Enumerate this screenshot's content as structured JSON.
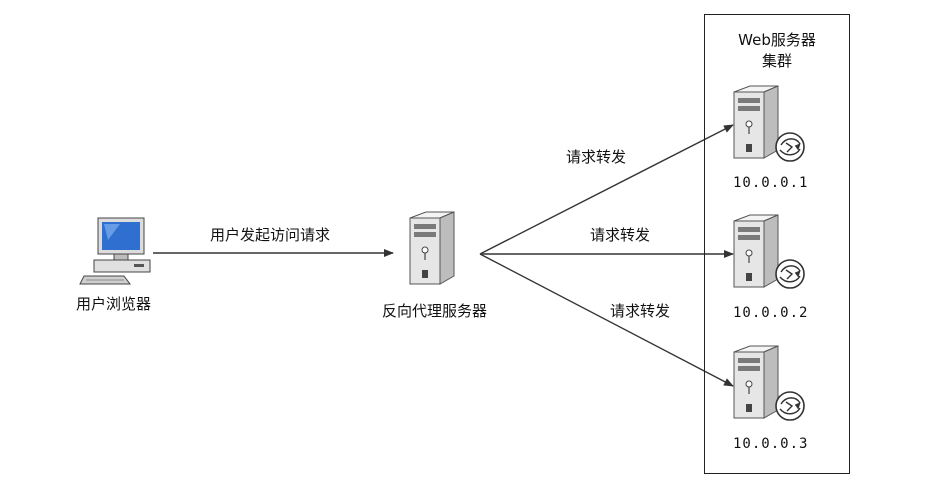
{
  "nodes": {
    "browser": {
      "label": "用户浏览器"
    },
    "proxy": {
      "label": "反向代理服务器"
    },
    "cluster": {
      "title_line1": "Web服务器",
      "title_line2": "集群"
    },
    "servers": [
      {
        "ip": "10.0.0.1"
      },
      {
        "ip": "10.0.0.2"
      },
      {
        "ip": "10.0.0.3"
      }
    ]
  },
  "edges": {
    "browser_to_proxy": "用户发起访问请求",
    "forward_1": "请求转发",
    "forward_2": "请求转发",
    "forward_3": "请求转发"
  },
  "colors": {
    "line": "#333333",
    "server_body": "#e8e8e8",
    "server_dark": "#9a9a9a",
    "monitor_screen": "#2f6fd0"
  },
  "icons": [
    "computer-icon",
    "server-icon",
    "globe-icon"
  ]
}
